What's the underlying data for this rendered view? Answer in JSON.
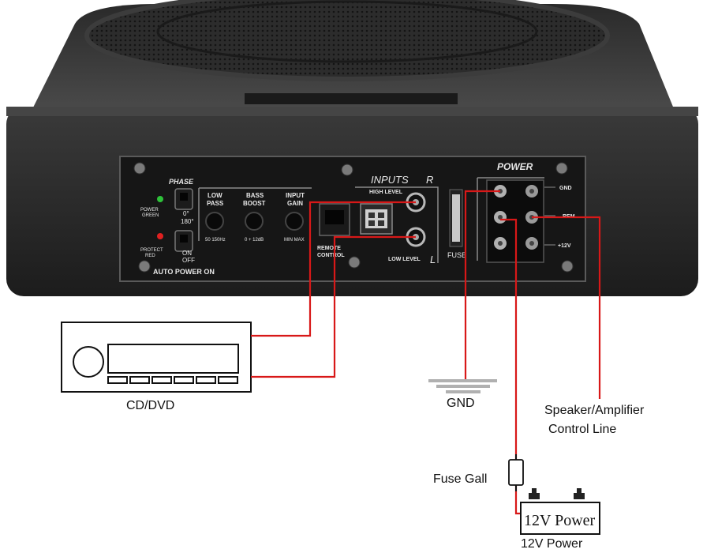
{
  "panel": {
    "phase": "PHASE",
    "power_green_1": "POWER",
    "power_green_2": "GREEN",
    "phase_0": "0°",
    "phase_180": "180°",
    "protect_red_1": "PROTECT",
    "protect_red_2": "RED",
    "on": "ON",
    "off": "OFF",
    "auto_power_on": "AUTO POWER ON",
    "low_pass_1": "LOW",
    "low_pass_2": "PASS",
    "low_pass_range": "50  150Hz",
    "bass_boost_1": "BASS",
    "bass_boost_2": "BOOST",
    "bass_boost_range": "0  +  12dB",
    "input_gain_1": "INPUT",
    "input_gain_2": "GAIN",
    "input_gain_range": "MIN  MAX",
    "inputs": "INPUTS",
    "inputs_r": "R",
    "inputs_l": "L",
    "high_level": "HIGH LEVEL",
    "low_level": "LOW LEVEL",
    "remote_1": "REMOTE",
    "remote_2": "CONTROL",
    "fuse": "FUSE",
    "power": "POWER",
    "gnd": "GND",
    "rem": "REM",
    "plus12v": "+12V"
  },
  "callouts": {
    "cd_dvd": "CD/DVD",
    "gnd": "GND",
    "speaker_line_1": "Speaker/Amplifier",
    "speaker_line_2": "Control Line",
    "fuse_gall": "Fuse Gall",
    "battery_text": "12V Power",
    "battery_label": "12V Power"
  },
  "colors": {
    "wire": "#d81818",
    "device": "#1a1a1a",
    "panel": "#151515"
  }
}
